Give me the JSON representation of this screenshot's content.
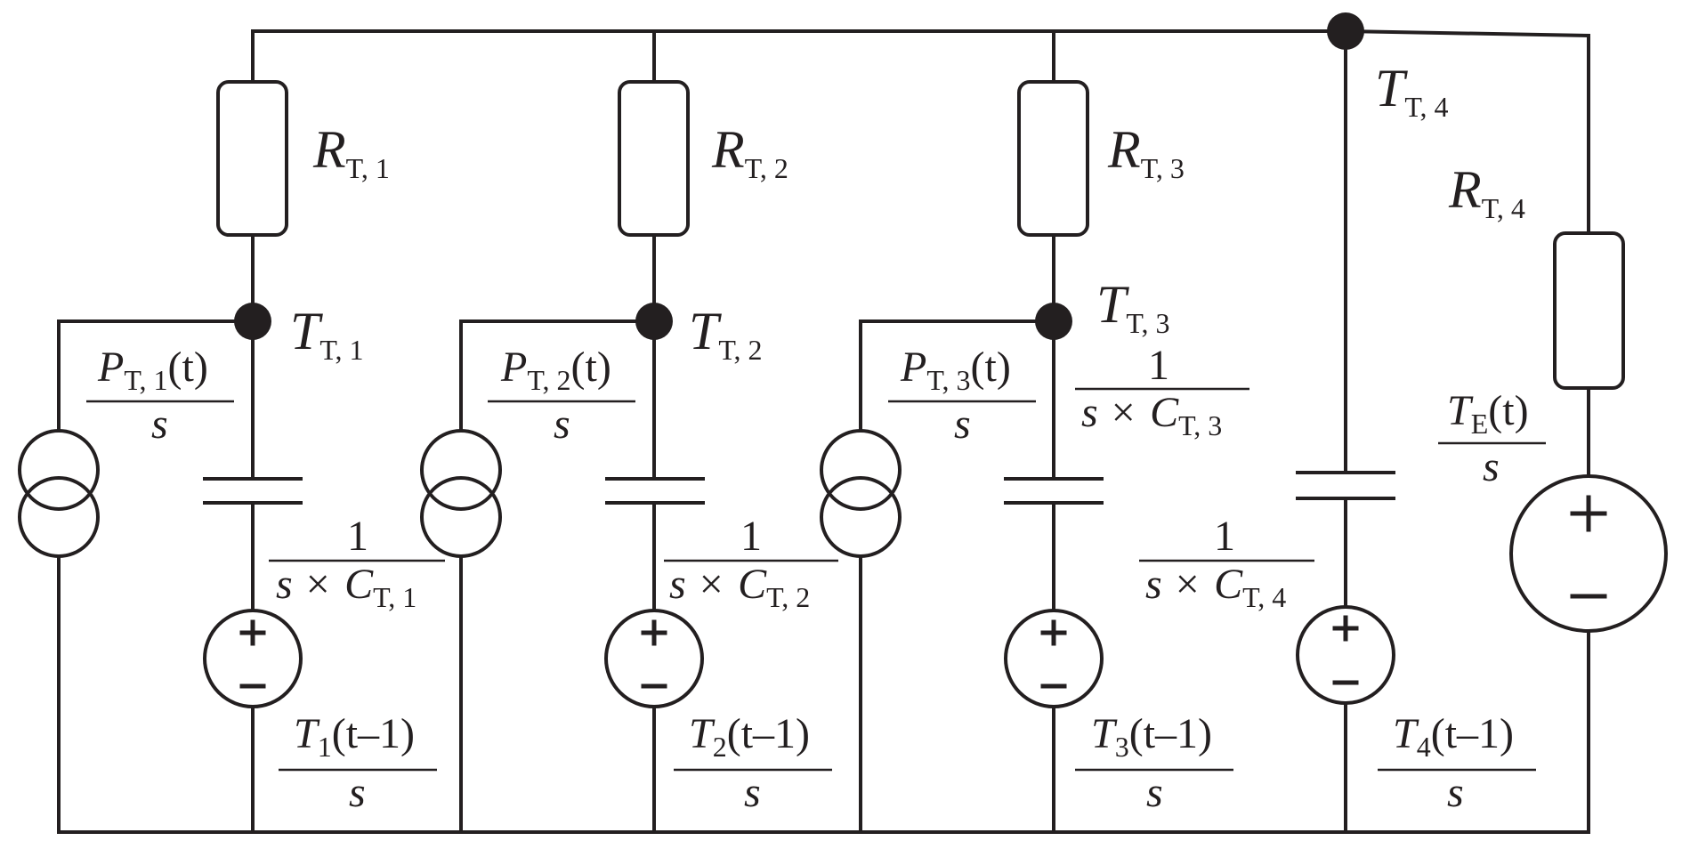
{
  "nodes": {
    "t1": {
      "main": "T",
      "sub": "T, 1"
    },
    "t2": {
      "main": "T",
      "sub": "T, 2"
    },
    "t3": {
      "main": "T",
      "sub": "T, 3"
    },
    "t4": {
      "main": "T",
      "sub": "T, 4"
    }
  },
  "resistors": {
    "r1": {
      "main": "R",
      "sub": "T, 1"
    },
    "r2": {
      "main": "R",
      "sub": "T, 2"
    },
    "r3": {
      "main": "R",
      "sub": "T, 3"
    },
    "r4": {
      "main": "R",
      "sub": "T, 4"
    }
  },
  "current_sources": {
    "p1": {
      "main": "P",
      "sub": "T, 1",
      "arg": "(t)",
      "den": "s"
    },
    "p2": {
      "main": "P",
      "sub": "T, 2",
      "arg": "(t)",
      "den": "s"
    },
    "p3": {
      "main": "P",
      "sub": "T, 3",
      "arg": "(t)",
      "den": "s"
    }
  },
  "capacitors": {
    "c1": {
      "num": "1",
      "den": "s ×",
      "main": "C",
      "sub": "T, 1"
    },
    "c2": {
      "num": "1",
      "den": "s ×",
      "main": "C",
      "sub": "T, 2"
    },
    "c3": {
      "num": "1",
      "den": "s ×",
      "main": "C",
      "sub": "T, 3"
    },
    "c4": {
      "num": "1",
      "den": "s ×",
      "main": "C",
      "sub": "T, 4"
    }
  },
  "voltage_sources": {
    "v1": {
      "main": "T",
      "sub": "1",
      "arg": "(t–1)",
      "den": "s",
      "plus": "+",
      "minus": "−"
    },
    "v2": {
      "main": "T",
      "sub": "2",
      "arg": "(t–1)",
      "den": "s",
      "plus": "+",
      "minus": "−"
    },
    "v3": {
      "main": "T",
      "sub": "3",
      "arg": "(t–1)",
      "den": "s",
      "plus": "+",
      "minus": "−"
    },
    "v4": {
      "main": "T",
      "sub": "4",
      "arg": "(t–1)",
      "den": "s",
      "plus": "+",
      "minus": "−"
    },
    "ve": {
      "main": "T",
      "sub": "E",
      "arg": "(t)",
      "den": "s",
      "plus": "+",
      "minus": "−"
    }
  }
}
